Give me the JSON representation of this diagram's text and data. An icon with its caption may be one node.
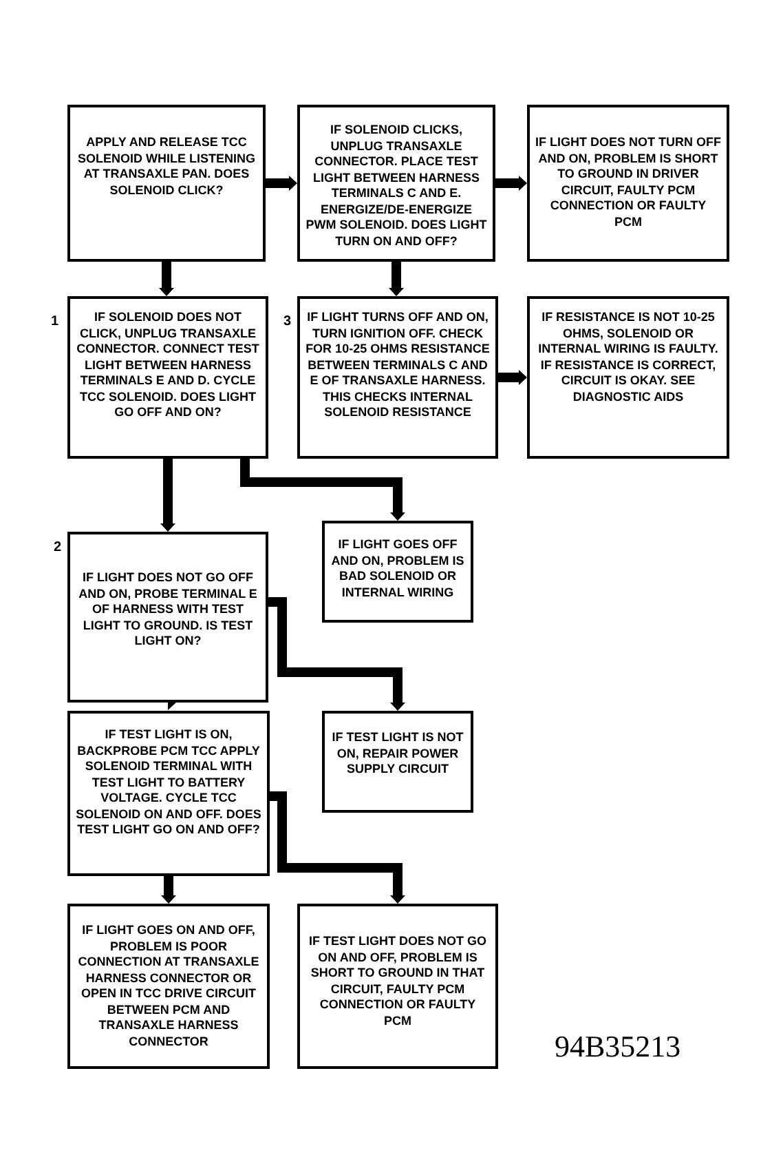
{
  "diagram": {
    "nodes": [
      {
        "text": [
          "APPLY AND RELEASE TCC SOLENOID WHILE LISTENING AT TRANSAXLE PAN. DOES SOLENOID CLICK?"
        ]
      },
      {
        "text": [
          "IF SOLENOID CLICKS, UNPLUG TRANSAXLE CONNECTOR. PLACE TEST LIGHT BETWEEN HARNESS TERMINALS C AND E. ENERGIZE/DE-ENERGIZE PWM SOLENOID. DOES LIGHT TURN ON AND OFF?"
        ]
      },
      {
        "text": [
          "IF LIGHT DOES NOT TURN OFF AND ON, PROBLEM IS SHORT TO GROUND IN DRIVER CIRCUIT, FAULTY PCM CONNECTION OR FAULTY PCM"
        ]
      },
      {
        "text": [
          "IF SOLENOID DOES NOT CLICK, UNPLUG TRANSAXLE CONNECTOR. CONNECT TEST LIGHT BETWEEN HARNESS TERMINALS E AND D. CYCLE TCC SOLENOID. DOES LIGHT GO OFF AND ON?"
        ],
        "beside": [
          "1"
        ]
      },
      {
        "text": [
          "IF LIGHT TURNS OFF AND ON, TURN IGNITION OFF. CHECK FOR 10-25 OHMS RESISTANCE BETWEEN TERMINALS C AND E OF TRANSAXLE HARNESS. THIS CHECKS INTERNAL SOLENOID RESISTANCE"
        ],
        "beside": [
          "3"
        ]
      },
      {
        "text": [
          "IF RESISTANCE IS NOT 10-25 OHMS, SOLENOID OR INTERNAL WIRING IS FAULTY. IF RESISTANCE IS CORRECT, CIRCUIT IS OKAY. SEE DIAGNOSTIC AIDS"
        ]
      },
      {
        "text": [
          "IF LIGHT DOES NOT GO OFF AND ON, PROBE TERMINAL E OF HARNESS WITH TEST LIGHT TO GROUND. IS TEST LIGHT ON?"
        ],
        "beside": [
          "2"
        ]
      },
      {
        "text": [
          "IF LIGHT GOES OFF AND ON, PROBLEM IS BAD SOLENOID OR INTERNAL WIRING"
        ]
      },
      {
        "text": [
          "IF TEST LIGHT IS ON, BACKPROBE PCM TCC APPLY SOLENOID TERMINAL WITH TEST LIGHT TO BATTERY VOLTAGE. CYCLE TCC SOLENOID ON AND OFF. DOES TEST LIGHT GO ON AND OFF?"
        ]
      },
      {
        "text": [
          "IF TEST LIGHT IS NOT ON, REPAIR POWER SUPPLY CIRCUIT"
        ]
      },
      {
        "text": [
          "IF LIGHT GOES ON AND OFF, PROBLEM IS POOR CONNECTION AT TRANSAXLE HARNESS CONNECTOR OR OPEN IN TCC DRIVE CIRCUIT BETWEEN PCM AND TRANSAXLE HARNESS CONNECTOR"
        ]
      },
      {
        "text": [
          "IF TEST LIGHT DOES NOT GO ON AND OFF, PROBLEM IS SHORT TO GROUND IN THAT CIRCUIT, FAULTY PCM CONNECTION OR FAULTY PCM"
        ]
      }
    ],
    "edges": [
      {
        "from": 0,
        "to": 1,
        "arrow": "to"
      },
      {
        "from": 1,
        "to": 2,
        "arrow": "to"
      },
      {
        "from": 0,
        "to": 3,
        "arrow": "to"
      },
      {
        "from": 1,
        "to": 4,
        "arrow": "to"
      },
      {
        "from": 4,
        "to": 5,
        "arrow": "to"
      },
      {
        "from": 3,
        "to": 6,
        "arrow": "to"
      },
      {
        "from": 3,
        "to": 7,
        "arrow": "to"
      },
      {
        "from": 6,
        "to": 8,
        "arrow": "to"
      },
      {
        "from": 6,
        "to": 9,
        "arrow": "to"
      },
      {
        "from": 8,
        "to": 10,
        "arrow": "to"
      },
      {
        "from": 8,
        "to": 11,
        "arrow": "to"
      }
    ],
    "labels": [
      "94B35213"
    ]
  }
}
